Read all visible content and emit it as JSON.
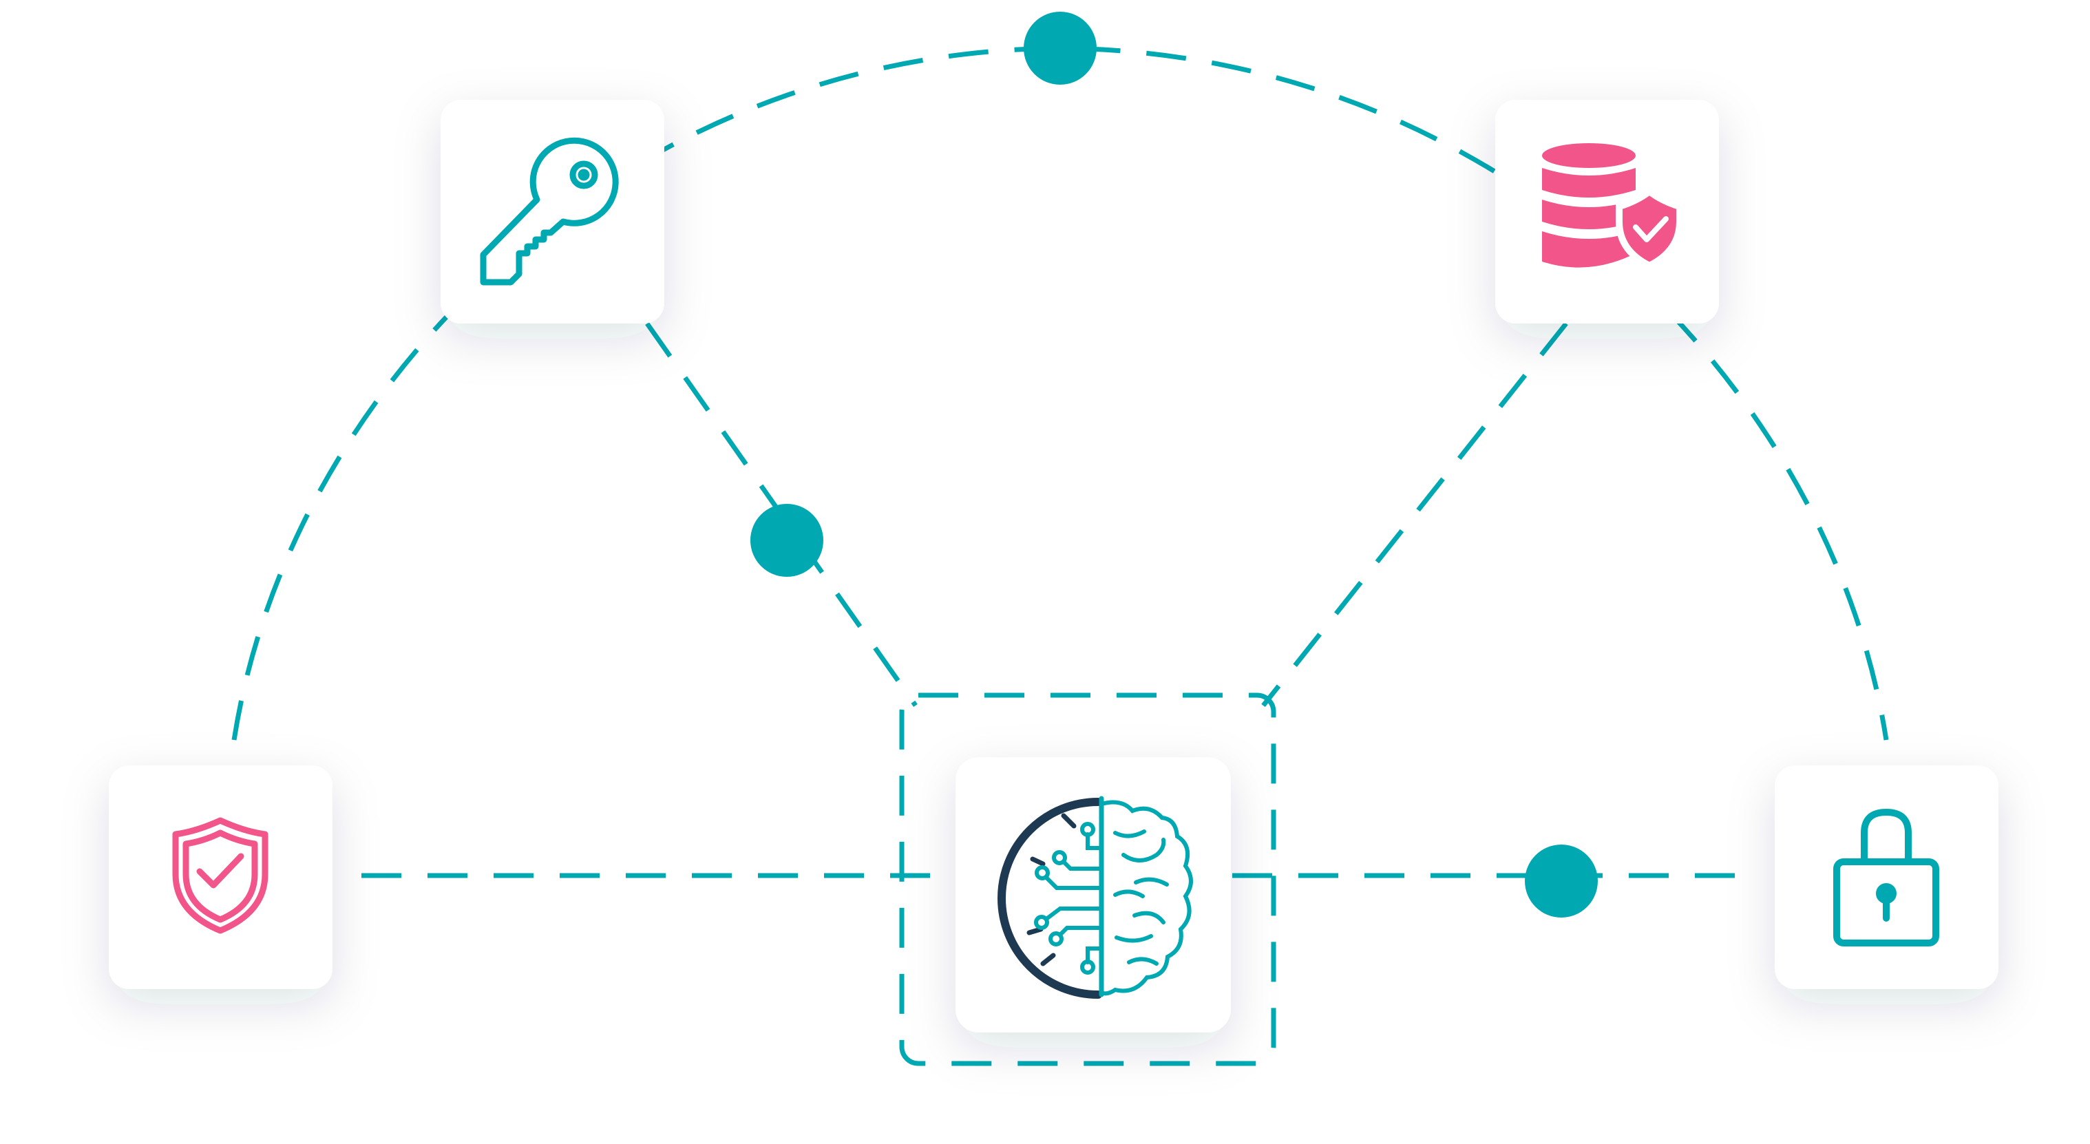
{
  "colors": {
    "teal": "#00A9B2",
    "pink": "#F2558A",
    "navy": "#1E3A52",
    "card": "#FFFFFF",
    "background": "#FFFFFF"
  },
  "nodes": [
    {
      "id": "key",
      "icon": "key-icon",
      "color": "teal"
    },
    {
      "id": "database",
      "icon": "database-shield-icon",
      "color": "pink"
    },
    {
      "id": "shield",
      "icon": "shield-check-icon",
      "color": "pink"
    },
    {
      "id": "brain",
      "icon": "ai-brain-circuit-icon",
      "color": "teal"
    },
    {
      "id": "lock",
      "icon": "padlock-icon",
      "color": "teal"
    }
  ],
  "connectors": [
    {
      "from": "shield",
      "to": "key",
      "style": "dashed-arc"
    },
    {
      "from": "key",
      "to": "database",
      "style": "dashed-arc"
    },
    {
      "from": "database",
      "to": "lock",
      "style": "dashed-arc"
    },
    {
      "from": "key",
      "to": "brain",
      "style": "dashed-line"
    },
    {
      "from": "database",
      "to": "brain",
      "style": "dashed-line"
    },
    {
      "from": "shield",
      "to": "brain",
      "style": "dashed-line"
    },
    {
      "from": "brain",
      "to": "lock",
      "style": "dashed-line"
    }
  ],
  "focus_frame": {
    "around": "brain",
    "style": "dashed-box"
  }
}
